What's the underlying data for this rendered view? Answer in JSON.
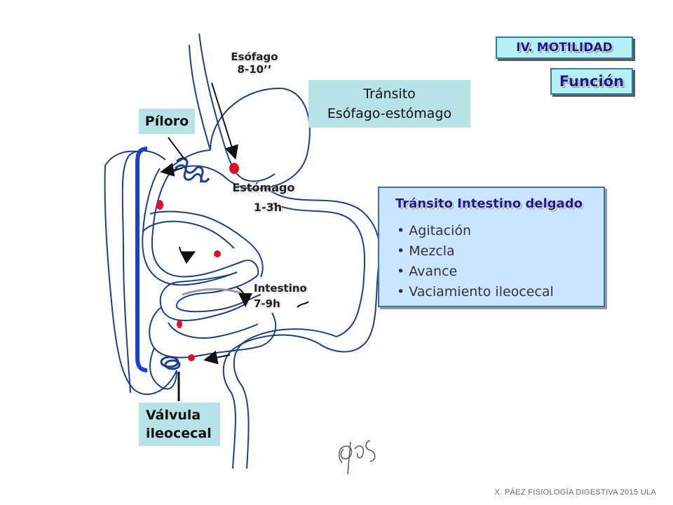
{
  "header": {
    "section": "IV. MOTILIDAD",
    "topic": "Función"
  },
  "labels": {
    "esophagus_name": "Esófago",
    "esophagus_time": "8-10’’",
    "stomach_name": "Estómago",
    "stomach_time": "1-3h",
    "intestine_name": "Intestino",
    "intestine_time": "7-9h",
    "pylorus": "Píloro",
    "valve_line1": "Válvula",
    "valve_line2": "ileocecal"
  },
  "transit_box": {
    "line1": "Tránsito",
    "line2": "Esófago-estómago"
  },
  "intestine_panel": {
    "title": "Tránsito Intestino delgado",
    "items": [
      "Agitación",
      "Mezcla",
      "Avance",
      "Vaciamiento ileocecal"
    ]
  },
  "footer": {
    "credit": "X. PÁEZ   FISIOLOGÍA DIGESTIVA 2015  ULA"
  },
  "colors": {
    "tag_bg": "#b5f0f5",
    "tag_text": "#1a1a90",
    "label_bg": "#b7e2e6",
    "panel_bg": "#c9e5ff",
    "outline": "#1b3f8f",
    "bolus": "#e0102a",
    "bracket": "#1b3fd6"
  }
}
